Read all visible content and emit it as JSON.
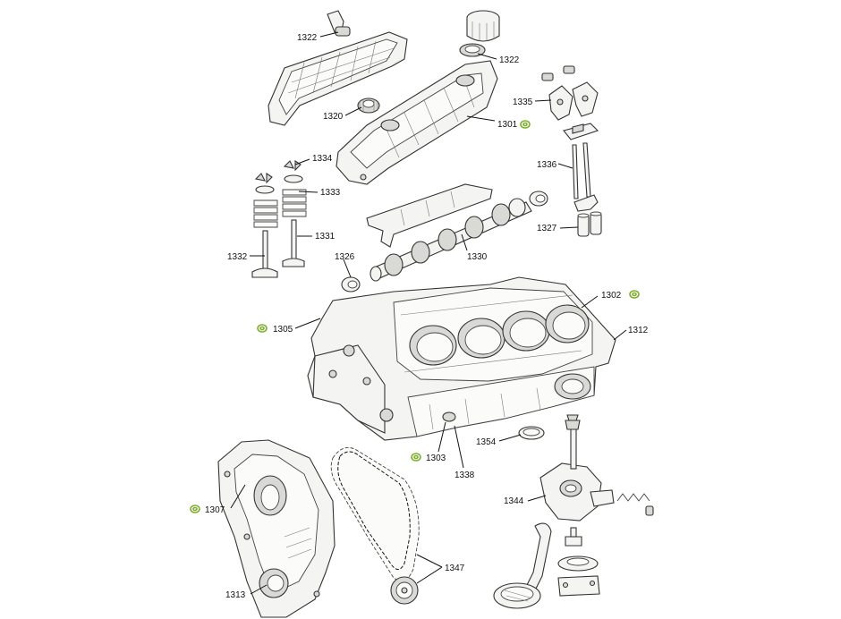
{
  "colors": {
    "line": "#333333",
    "fill": "#f4f4f2",
    "kit_icon": "#7fae2e",
    "background": "#ffffff"
  },
  "labels": [
    {
      "id": "p1322a",
      "text": "1322"
    },
    {
      "id": "p1322b",
      "text": "1322"
    },
    {
      "id": "p1320",
      "text": "1320"
    },
    {
      "id": "p1301",
      "text": "1301"
    },
    {
      "id": "p1335",
      "text": "1335"
    },
    {
      "id": "p1334",
      "text": "1334"
    },
    {
      "id": "p1333",
      "text": "1333"
    },
    {
      "id": "p1336",
      "text": "1336"
    },
    {
      "id": "p1331",
      "text": "1331"
    },
    {
      "id": "p1332",
      "text": "1332"
    },
    {
      "id": "p1327",
      "text": "1327"
    },
    {
      "id": "p1326",
      "text": "1326"
    },
    {
      "id": "p1330",
      "text": "1330"
    },
    {
      "id": "p1302",
      "text": "1302"
    },
    {
      "id": "p1305",
      "text": "1305"
    },
    {
      "id": "p1312",
      "text": "1312"
    },
    {
      "id": "p1354",
      "text": "1354"
    },
    {
      "id": "p1303",
      "text": "1303"
    },
    {
      "id": "p1338",
      "text": "1338"
    },
    {
      "id": "p1307",
      "text": "1307"
    },
    {
      "id": "p1344",
      "text": "1344"
    },
    {
      "id": "p1347",
      "text": "1347"
    },
    {
      "id": "p1313",
      "text": "1313"
    }
  ]
}
